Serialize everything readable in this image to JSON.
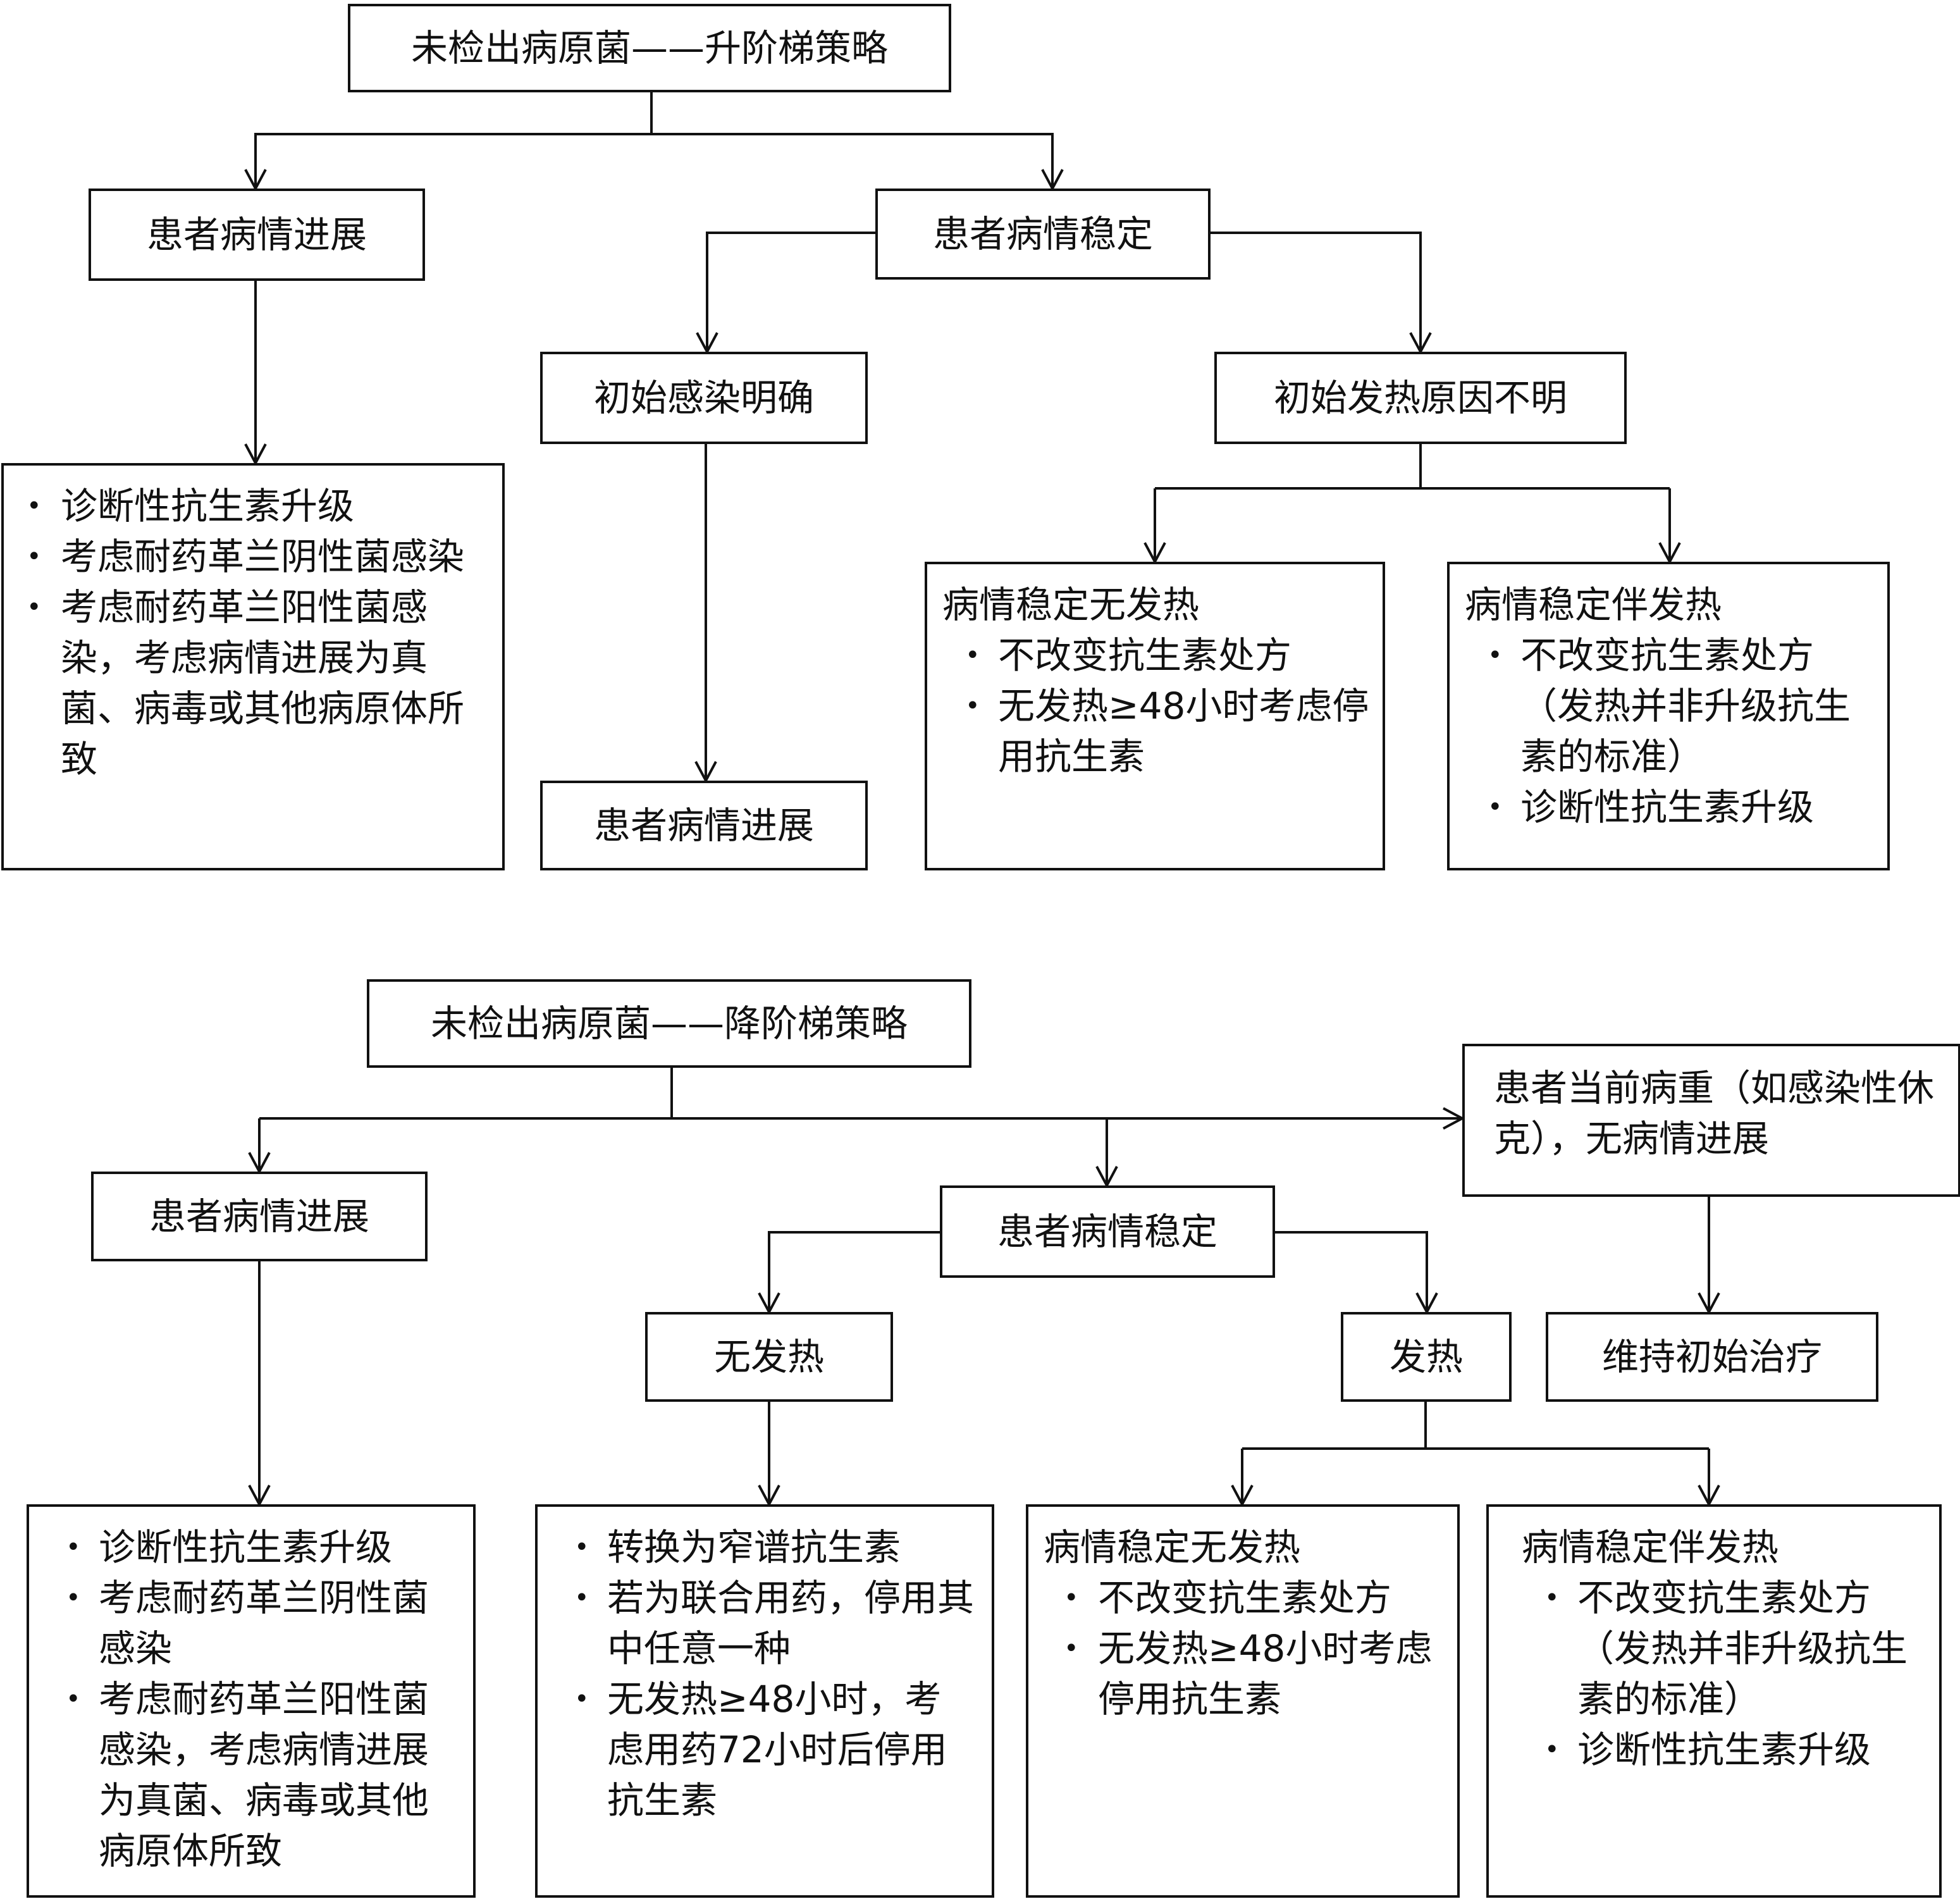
{
  "upper": {
    "title": "未检出病原菌——升阶梯策略",
    "progress": "患者病情进展",
    "stable": "患者病情稳定",
    "infection_clear": "初始感染明确",
    "infection_clear_outcome": "患者病情进展",
    "fever_unknown": "初始发热原因不明",
    "progress_actions": [
      "诊断性抗生素升级",
      "考虑耐药革兰阴性菌感染",
      "考虑耐药革兰阳性菌感染，考虑病情进展为真菌、病毒或其他病原体所致"
    ],
    "stable_no_fever": {
      "title": "病情稳定无发热",
      "items": [
        "不改变抗生素处方",
        "无发热≥48小时考虑停用抗生素"
      ]
    },
    "stable_with_fever": {
      "title": "病情稳定伴发热",
      "items": [
        "不改变抗生素处方（发热并非升级抗生素的标准）",
        "诊断性抗生素升级"
      ]
    }
  },
  "lower": {
    "title": "未检出病原菌——降阶梯策略",
    "progress": "患者病情进展",
    "stable": "患者病情稳定",
    "critical": "患者当前病重（如感染性休克），无病情进展",
    "no_fever": "无发热",
    "fever": "发热",
    "maintain": "维持初始治疗",
    "progress_actions": [
      "诊断性抗生素升级",
      "考虑耐药革兰阴性菌感染",
      "考虑耐药革兰阳性菌感染，考虑病情进展为真菌、病毒或其他病原体所致"
    ],
    "no_fever_actions": [
      "转换为窄谱抗生素",
      "若为联合用药，停用其中任意一种",
      "无发热≥48小时，考虑用药72小时后停用抗生素"
    ],
    "stable_no_fever": {
      "title": "病情稳定无发热",
      "items": [
        "不改变抗生素处方",
        "无发热≥48小时考虑停用抗生素"
      ]
    },
    "stable_with_fever": {
      "title": "病情稳定伴发热",
      "items": [
        "不改变抗生素处方（发热并非升级抗生素的标准）",
        "诊断性抗生素升级"
      ]
    }
  }
}
